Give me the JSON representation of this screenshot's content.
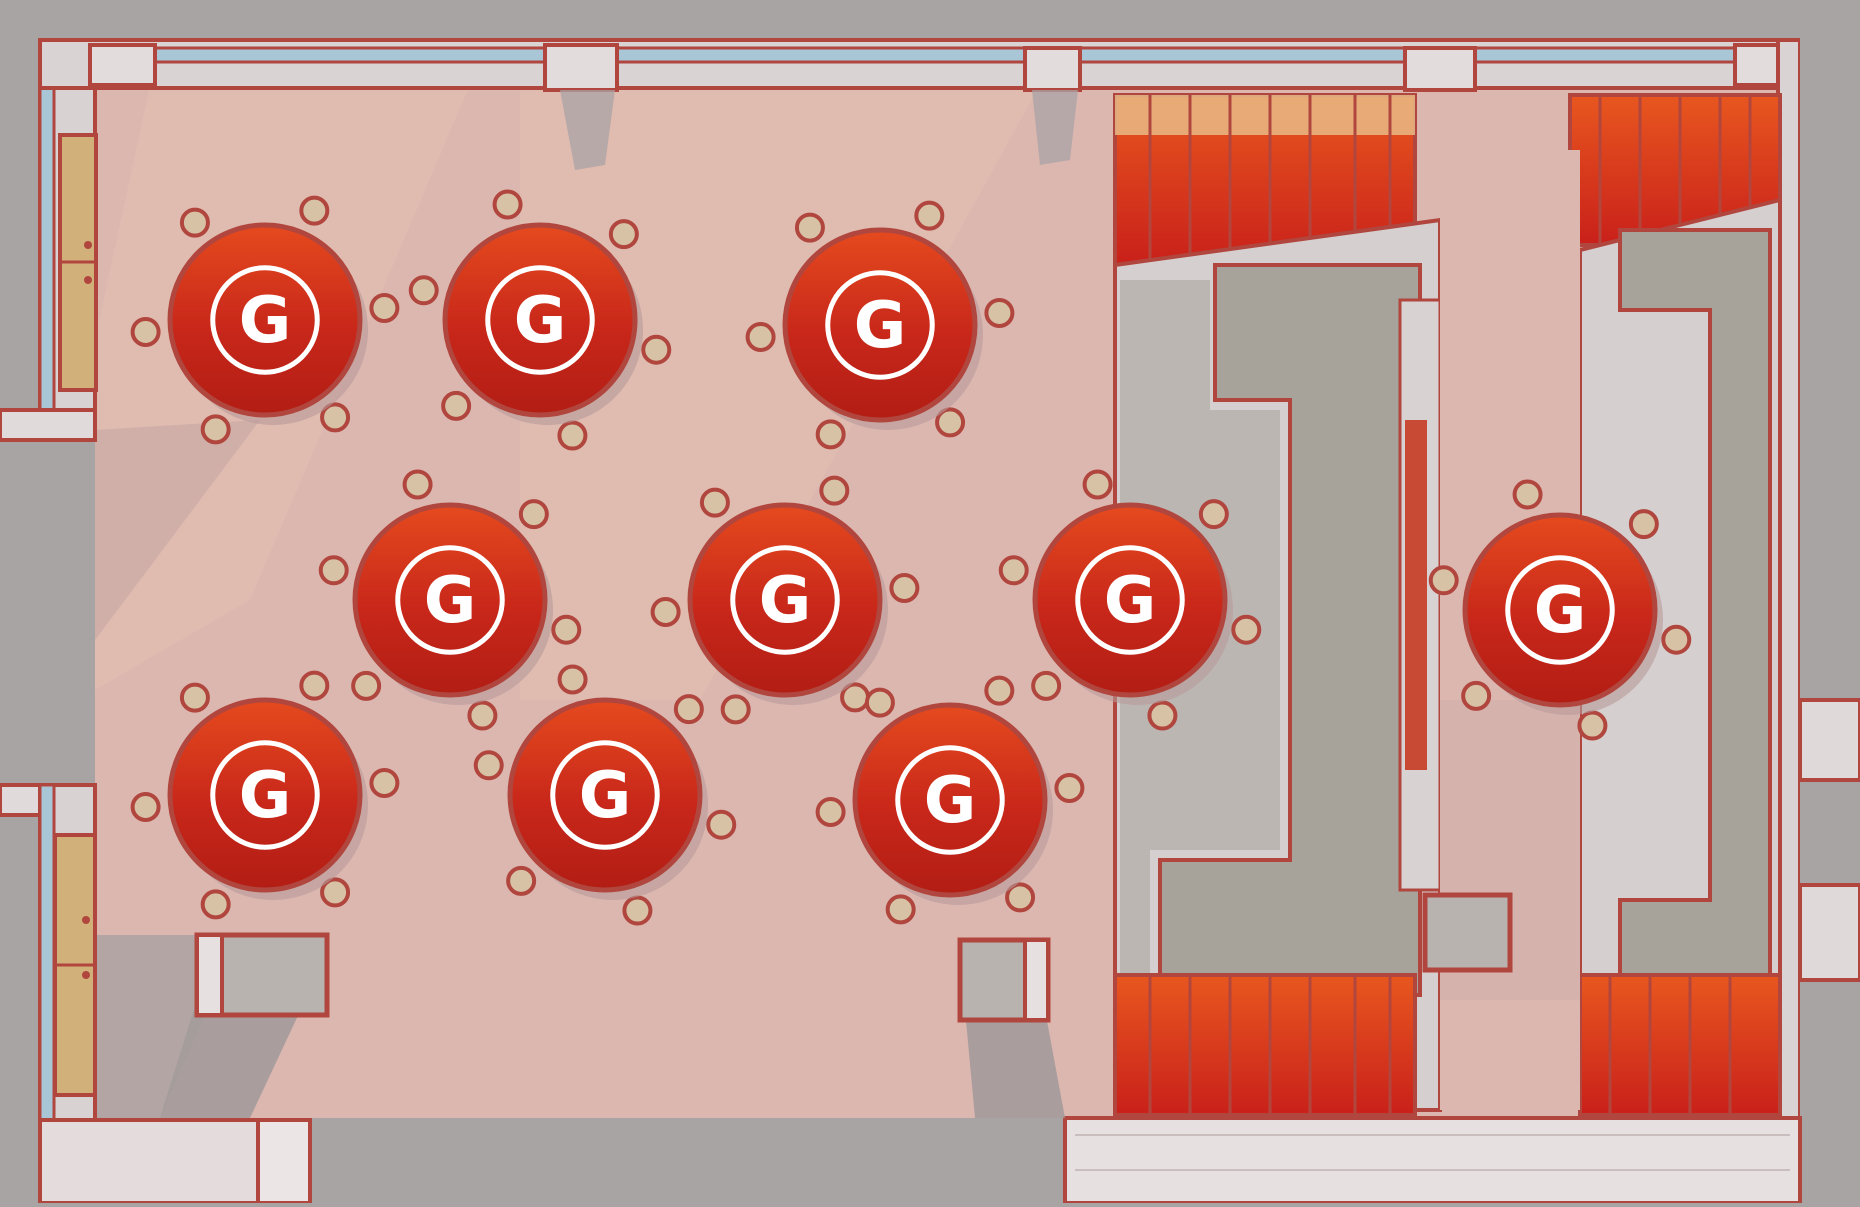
{
  "scene": {
    "name": "restaurant-floor-plan",
    "logo_letter": "G",
    "table_count": 10
  },
  "colors": {
    "outside": "#a9a4a4",
    "floor": "#dcb7b0",
    "wall_line": "#b0463e",
    "wall_top": "#e4d7d4",
    "window": "#a9c6d6",
    "table_red": "#c42618",
    "table_light": "#e0451f",
    "chair": "#d8c2a6",
    "partition": "#a7a29a",
    "curtain": "#d8281c",
    "shadow": "#9c9494",
    "door": "#d2b079",
    "logo": "#ffffff"
  },
  "icons": {
    "table": "round-table-icon",
    "chair": "stool-icon",
    "door": "door-icon",
    "cabinet": "cabinet-icon",
    "booth": "booth-icon"
  }
}
